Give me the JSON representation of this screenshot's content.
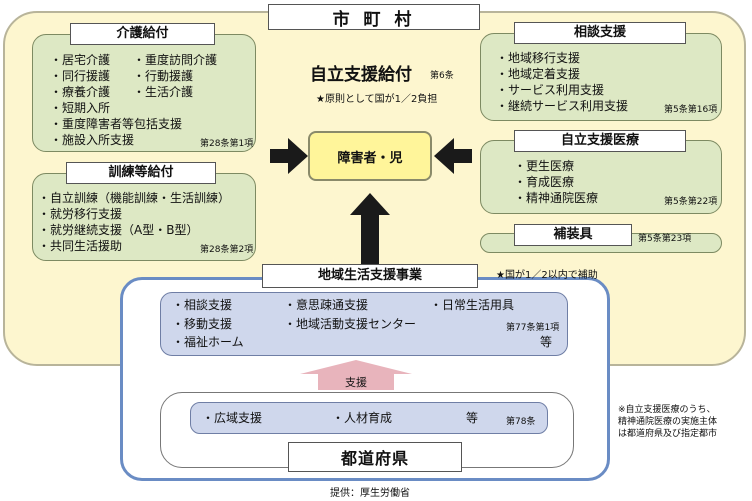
{
  "municipality": {
    "title": "市 町 村"
  },
  "kaigo": {
    "title": "介護給付",
    "items": [
      "・居宅介護",
      "・重度訪問介護",
      "・同行援護",
      "・行動援護",
      "・療養介護",
      "・生活介護",
      "・短期入所",
      "・重度障害者等包括支援",
      "・施設入所支援"
    ],
    "article": "第28条第1項"
  },
  "kunren": {
    "title": "訓練等給付",
    "items": [
      "・自立訓練（機能訓練・生活訓練）",
      "・就労移行支援",
      "・就労継続支援（A型・B型）",
      "・共同生活援助"
    ],
    "article": "第28条第2項"
  },
  "center": {
    "title": "自立支援給付",
    "article": "第6条",
    "burden": "★原則として国が1／2負担",
    "target": "障害者・児"
  },
  "soudan": {
    "title": "相談支援",
    "items": [
      "・地域移行支援",
      "・地域定着支援",
      "・サービス利用支援",
      "・継続サービス利用支援"
    ],
    "article": "第5条第16項"
  },
  "iryo": {
    "title": "自立支援医療",
    "items": [
      "・更生医療",
      "・育成医療",
      "・精神通院医療"
    ],
    "article": "第5条第22項"
  },
  "hosougu": {
    "title": "補装具",
    "article": "第5条第23項"
  },
  "chiiki": {
    "title": "地域生活支援事業",
    "subsidy": "★国が1／2以内で補助",
    "items": [
      "・相談支援",
      "・意思疎通支援",
      "・日常生活用具",
      "・移動支援",
      "・地域活動支援センター",
      "・福祉ホーム"
    ],
    "article": "第77条第1項",
    "etc": "等"
  },
  "support_label": "支援",
  "prefecture": {
    "items": [
      "・広域支援",
      "・人材育成"
    ],
    "etc": "等",
    "article": "第78条",
    "title": "都道府県"
  },
  "side_note": [
    "※自立支援医療のうち、",
    "精神通院医療の実施主体",
    "は都道府県及び指定都市"
  ],
  "source": "提供：厚生労働省",
  "colors": {
    "municipality_bg": "#fdf6cf",
    "service_green": "#dde8c4",
    "regional_blue": "#cfd7ec",
    "target_yellow": "#fff59a",
    "support_arrow": "#e8b4bc"
  }
}
